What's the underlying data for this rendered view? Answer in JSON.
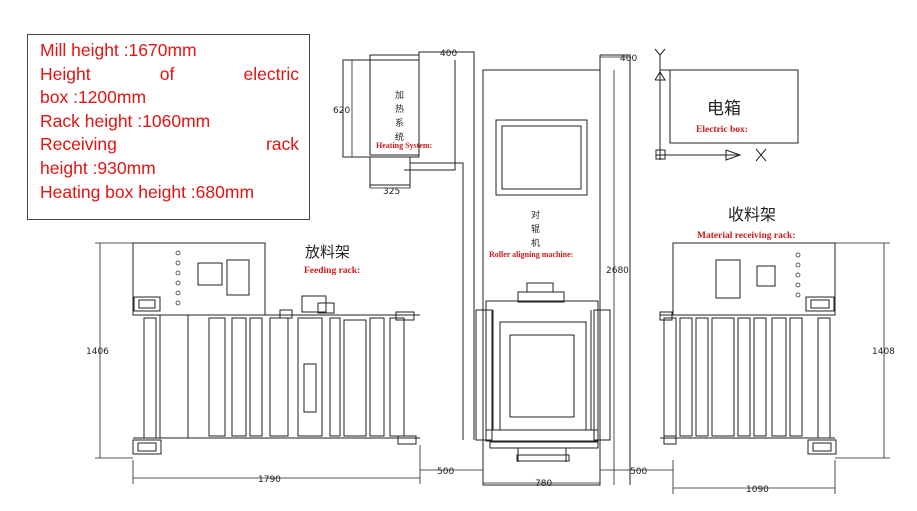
{
  "specs": {
    "line1": "Mill height :1670mm",
    "line2_words": [
      "Height",
      "of",
      "electric"
    ],
    "line3": "box :1200mm",
    "line4": "Rack height :1060mm",
    "line5_words": [
      "Receiving",
      "rack"
    ],
    "line6": "height :930mm",
    "line7": "Heating box height :680mm"
  },
  "labels": {
    "feeding_cn": "放料架",
    "feeding_en": "Feeding rack:",
    "heating_cn": [
      "加",
      "热",
      "系",
      "统"
    ],
    "heating_en": "Heating System:",
    "aligner_cn": [
      "对",
      "辊",
      "机"
    ],
    "aligner_en": "Roller aligning machine:",
    "electric_cn": "电箱",
    "electric_en": "Electric box:",
    "receiving_cn": "收料架",
    "receiving_en": "Material receiving rack:"
  },
  "dimensions": {
    "d400a": "400",
    "d400b": "400",
    "d620": "620",
    "d325": "325",
    "d2680": "2680",
    "d1406": "1406",
    "d1408": "1408",
    "d1790": "1790",
    "d500a": "500",
    "d500b": "500",
    "d780": "780",
    "d1090": "1090"
  },
  "colors": {
    "label_red": "#d01a1a",
    "line": "#222222",
    "spec_red": "#e21414"
  }
}
